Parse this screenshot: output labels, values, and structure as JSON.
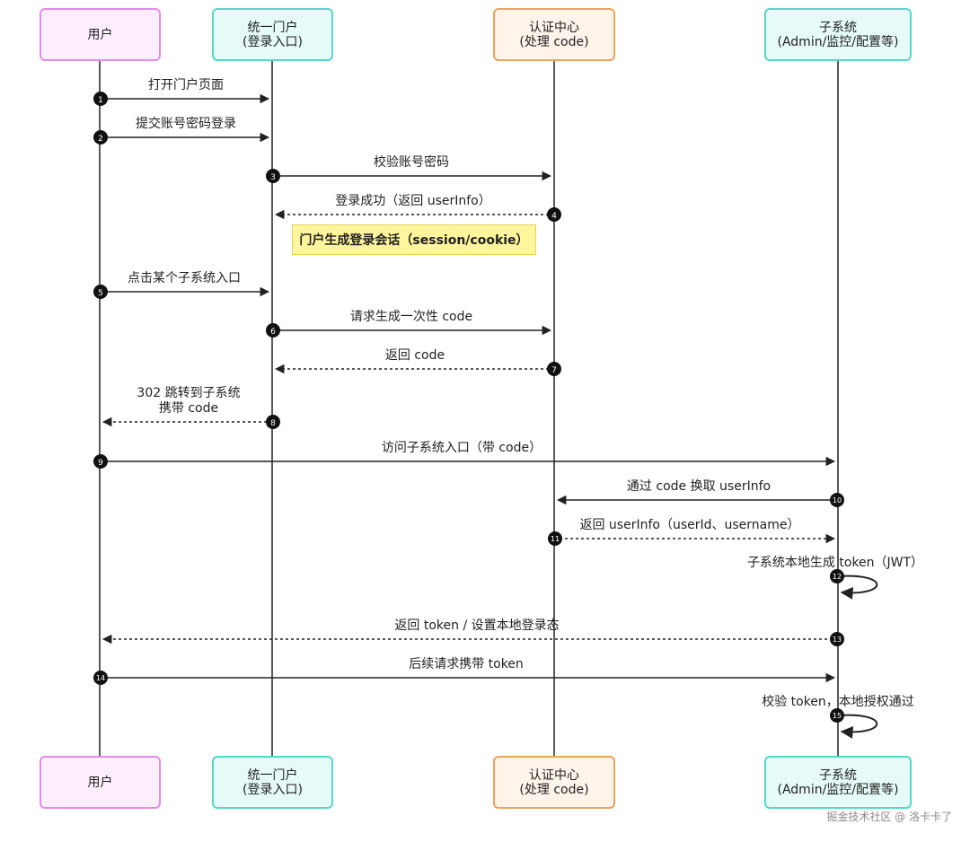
{
  "participants": {
    "user": {
      "name": "用户"
    },
    "portal": {
      "line1": "统一门户",
      "line2": "(登录入口)"
    },
    "auth": {
      "line1": "认证中心",
      "line2": "(处理 code)"
    },
    "sub": {
      "line1": "子系统",
      "line2": "(Admin/监控/配置等)"
    }
  },
  "messages": [
    {
      "num": "1",
      "text": "打开门户页面"
    },
    {
      "num": "2",
      "text": "提交账号密码登录"
    },
    {
      "num": "3",
      "text": "校验账号密码"
    },
    {
      "num": "4",
      "text": "登录成功（返回 userInfo）"
    },
    {
      "num": "5",
      "text": "点击某个子系统入口"
    },
    {
      "num": "6",
      "text": "请求生成一次性 code"
    },
    {
      "num": "7",
      "text": "返回 code"
    },
    {
      "num": "8",
      "line1": "302 跳转到子系统",
      "line2": "携带 code"
    },
    {
      "num": "9",
      "text": "访问子系统入口（带 code）"
    },
    {
      "num": "10",
      "text": "通过 code 换取 userInfo"
    },
    {
      "num": "11",
      "text": "返回 userInfo（userId、username）"
    },
    {
      "num": "12",
      "text": "子系统本地生成 token（JWT）"
    },
    {
      "num": "13",
      "text": "返回 token / 设置本地登录态"
    },
    {
      "num": "14",
      "text": "后续请求携带 token"
    },
    {
      "num": "15",
      "text": "校验 token，本地授权通过"
    }
  ],
  "note": "门户生成登录会话（session/cookie）",
  "watermark": "掘金技术社区 @ 洛卡卡了"
}
